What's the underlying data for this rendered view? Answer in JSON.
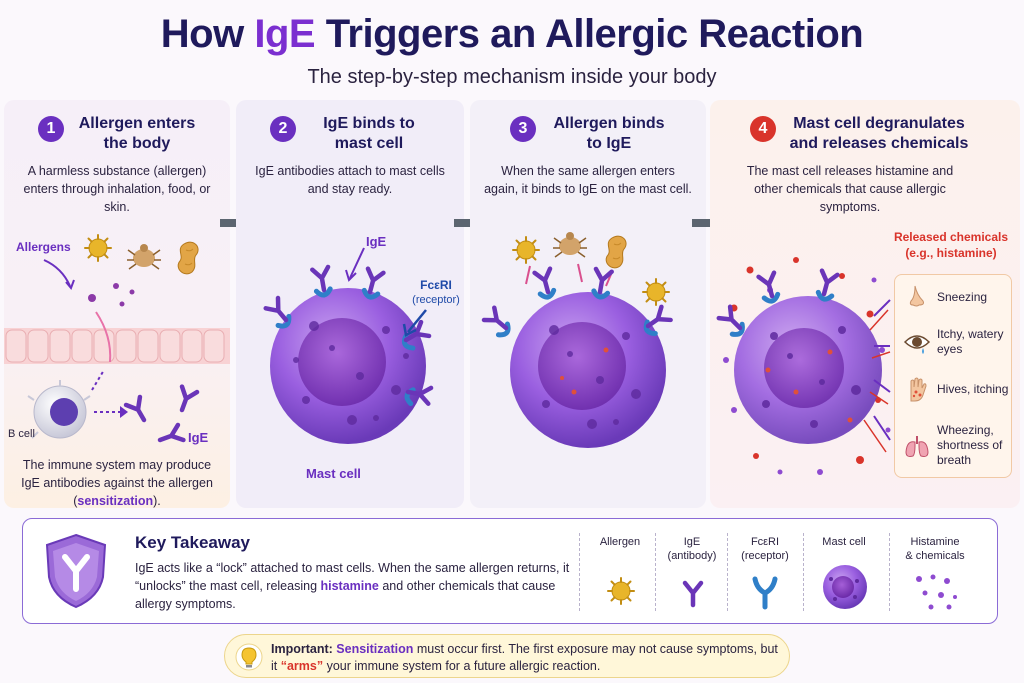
{
  "header": {
    "title_pre": "How ",
    "title_highlight": "IgE",
    "title_post": " Triggers an Allergic Reaction",
    "subtitle": "The step-by-step mechanism inside your body"
  },
  "steps": [
    {
      "number": "1",
      "title": "Allergen enters the body",
      "description": "A harmless substance (allergen) enters through inhalation, food, or skin.",
      "labels": {
        "allergens": "Allergens",
        "bcell": "B cell",
        "ige": "IgE"
      },
      "footer_pre": "The immune system may produce IgE antibodies against the allergen (",
      "footer_highlight": "sensitization",
      "footer_post": ")."
    },
    {
      "number": "2",
      "title": "IgE binds to mast cell",
      "description": "IgE antibodies attach to mast cells and stay ready.",
      "labels": {
        "ige": "IgE",
        "receptor_name": "FcεRI",
        "receptor_note": "(receptor)",
        "mast_cell": "Mast cell"
      }
    },
    {
      "number": "3",
      "title": "Allergen binds to IgE",
      "description": "When the same allergen enters again, it binds to IgE on the mast cell."
    },
    {
      "number": "4",
      "title": "Mast cell degranulates and releases chemicals",
      "description": "The mast cell releases histamine and other chemicals that cause allergic symptoms.",
      "released_title": "Released chemicals",
      "released_note": "(e.g., histamine)",
      "symptoms": [
        {
          "label": "Sneezing",
          "icon": "nose-icon"
        },
        {
          "label": "Itchy, watery eyes",
          "icon": "eye-icon"
        },
        {
          "label": "Hives, itching",
          "icon": "hand-icon"
        },
        {
          "label": "Wheezing, shortness of breath",
          "icon": "lungs-icon"
        }
      ]
    }
  ],
  "takeaway": {
    "title": "Key Takeaway",
    "text_pre": "IgE acts like a “lock” attached to mast cells. When the same allergen returns, it “unlocks” the mast cell, releasing ",
    "text_highlight": "histamine",
    "text_post": " and other chemicals that cause allergy symptoms.",
    "legend": [
      {
        "label": "Allergen",
        "note": ""
      },
      {
        "label": "IgE",
        "note": "(antibody)"
      },
      {
        "label": "FcεRI",
        "note": "(receptor)"
      },
      {
        "label": "Mast cell",
        "note": ""
      },
      {
        "label": "Histamine",
        "note": "& chemicals"
      }
    ]
  },
  "important": {
    "label": "Important:",
    "highlight": "Sensitization",
    "text_mid": " must occur first. The first exposure may not cause symptoms, but it ",
    "quoted": "“arms”",
    "text_post": " your immune system for a future allergic reaction."
  },
  "colors": {
    "navy": "#1f1a5c",
    "accent_purple": "#7b2fd0",
    "step_purple": "#6a2fc0",
    "step_red": "#d9342b",
    "receptor_blue": "#2f7fc8",
    "allergen_gold": "#e8b52a"
  }
}
